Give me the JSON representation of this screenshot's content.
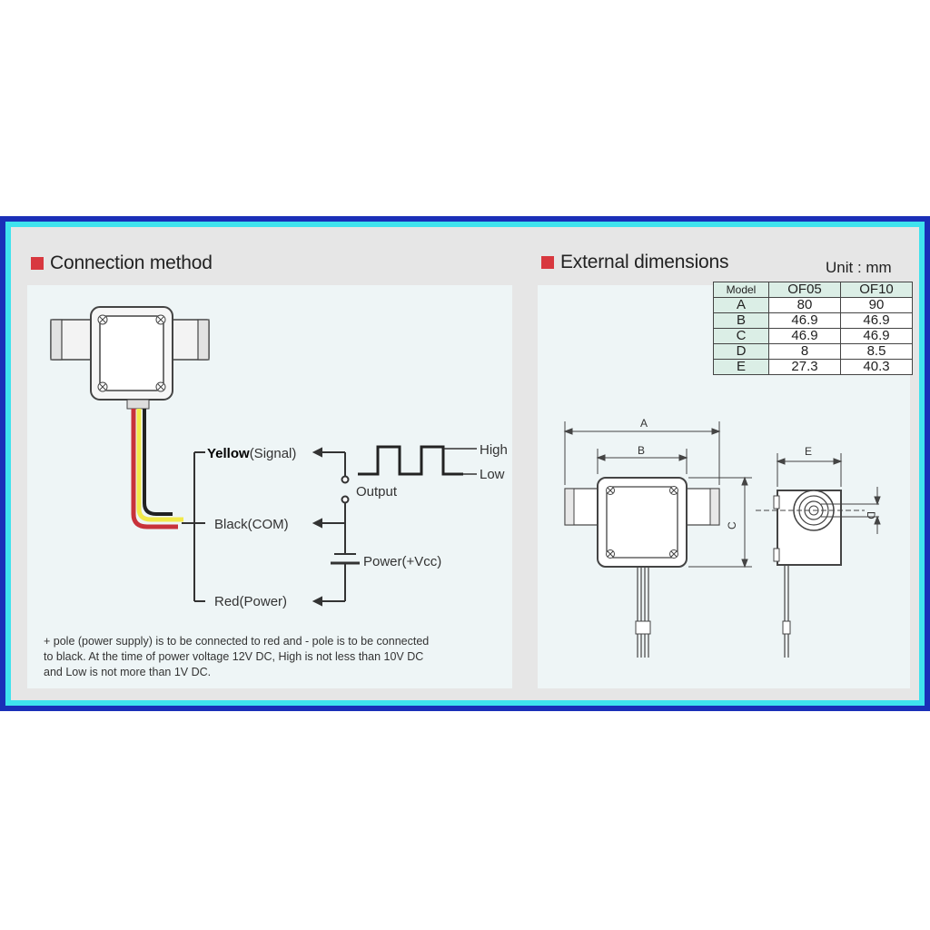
{
  "connection": {
    "title": "Connection method",
    "labels": {
      "yellow_colored": "Yellow",
      "yellow_rest": "(Signal)",
      "black": "Black(COM)",
      "red": "Red(Power)",
      "output": "Output",
      "power": "Power(+Vcc)",
      "high": "High",
      "low": "Low"
    },
    "note": [
      "+ pole (power supply) is to be connected to red and - pole is to be connected",
      "to black. At the time of power voltage 12V DC, High is not less than 10V DC",
      "and Low is not more than 1V DC."
    ]
  },
  "dimensions": {
    "title": "External dimensions",
    "unit": "Unit : mm",
    "table": {
      "headers": [
        "Model",
        "OF05",
        "OF10"
      ],
      "rows": [
        [
          "A",
          "80",
          "90"
        ],
        [
          "B",
          "46.9",
          "46.9"
        ],
        [
          "C",
          "46.9",
          "46.9"
        ],
        [
          "D",
          "8",
          "8.5"
        ],
        [
          "E",
          "27.3",
          "40.3"
        ]
      ]
    },
    "drawing_labels": {
      "a": "A",
      "b": "B",
      "c": "C",
      "d": "D",
      "e": "E"
    }
  },
  "colors": {
    "frame_blue": "#1a2fb8",
    "frame_cyan": "#3fe3ee",
    "marker_red": "#d8383f",
    "wire_red": "#c8323a",
    "wire_yellow": "#f2e94a",
    "wire_black": "#222222"
  }
}
